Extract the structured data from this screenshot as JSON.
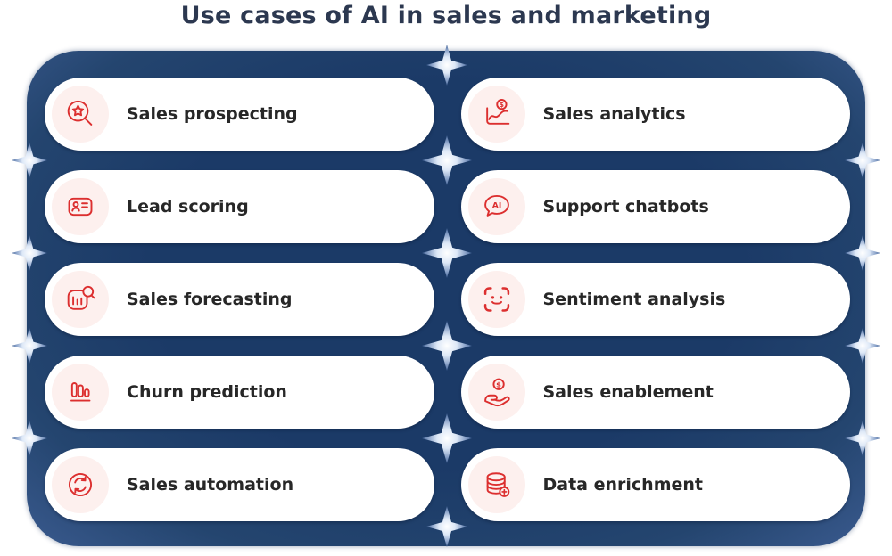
{
  "title": "Use cases of AI in sales and marketing",
  "colors": {
    "panel_navy": "#1b3a67",
    "panel_rim": "#3a5a8e",
    "card_bg": "#ffffff",
    "icon_circle_bg": "#fdf0ee",
    "icon_stroke_red": "#dc2f2f",
    "title_color": "#2c3850",
    "label_color": "#272727",
    "sparkle_light": "#dde8f7"
  },
  "icon_text": {
    "ai": "AI",
    "dollar": "$"
  },
  "cards": [
    {
      "label": "Sales prospecting",
      "icon": "magnifier-star-icon"
    },
    {
      "label": "Sales analytics",
      "icon": "chart-dollar-icon"
    },
    {
      "label": "Lead scoring",
      "icon": "contact-card-icon"
    },
    {
      "label": "Support chatbots",
      "icon": "ai-chat-bubble-icon"
    },
    {
      "label": "Sales forecasting",
      "icon": "bar-chart-magnifier-icon"
    },
    {
      "label": "Sentiment analysis",
      "icon": "smiley-scan-icon"
    },
    {
      "label": "Churn prediction",
      "icon": "declining-bars-icon"
    },
    {
      "label": "Sales enablement",
      "icon": "hand-dollar-icon"
    },
    {
      "label": "Sales automation",
      "icon": "sync-arrows-icon"
    },
    {
      "label": "Data enrichment",
      "icon": "database-plus-icon"
    }
  ]
}
